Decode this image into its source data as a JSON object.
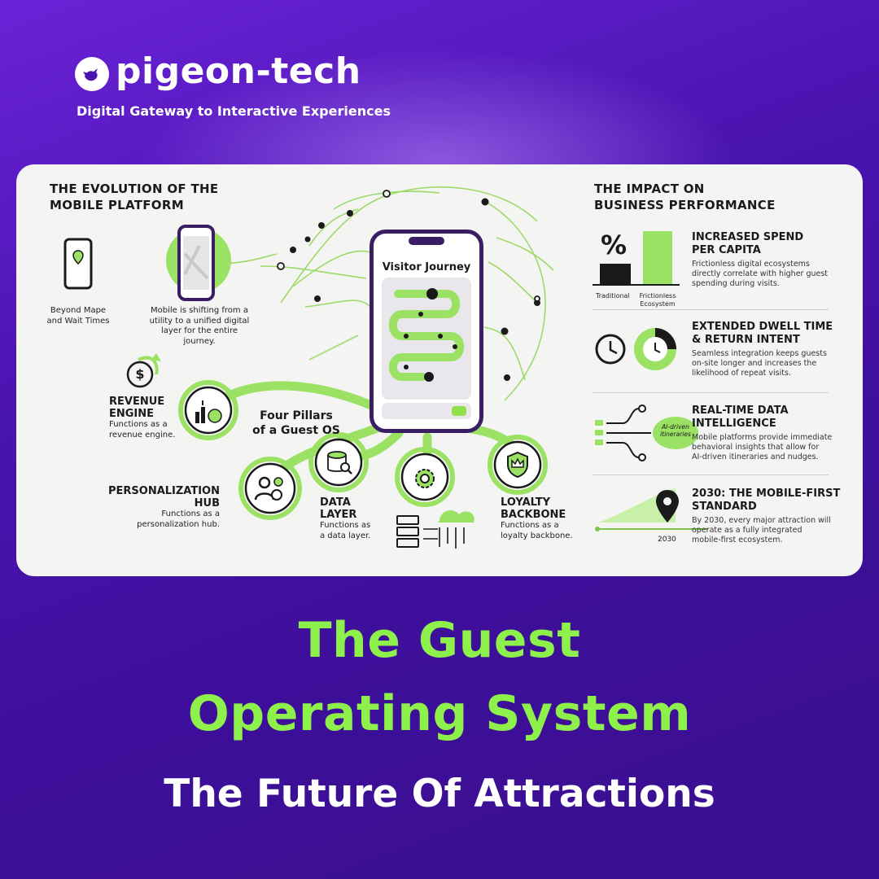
{
  "brand": {
    "name": "pigeon-tech",
    "tagline": "Digital Gateway to Interactive Experiences"
  },
  "colors": {
    "background": "#4a14b0",
    "accent_green": "#8ef04a",
    "card": "#f4f4f2",
    "dark_purple": "#3b1d63"
  },
  "evolution": {
    "heading_line1": "THE EVOLUTION OF THE",
    "heading_line2": "MOBILE PLATFORM",
    "caption_left_line1": "Beyond Mape",
    "caption_left_line2": "and Wait Times",
    "caption_right_line1": "Mobile is shifting from a",
    "caption_right_line2": "utility to a unified digital",
    "caption_right_line3": "layer for the entire journey."
  },
  "phone": {
    "title": "Visitor Journey"
  },
  "pillars": {
    "heading_line1": "Four Pillars",
    "heading_line2": "of a Guest OS",
    "revenue": {
      "title_line1": "REVENUE",
      "title_line2": "ENGINE",
      "desc_line1": "Functions as a",
      "desc_line2": "revenue engine."
    },
    "personalization": {
      "title_line1": "PERSONALIZATION",
      "title_line2": "HUB",
      "desc_line1": "Functions as a",
      "desc_line2": "personalization hub."
    },
    "data": {
      "title_line1": "DATA",
      "title_line2": "LAYER",
      "desc_line1": "Functions as",
      "desc_line2": "a data layer."
    },
    "loyalty": {
      "title_line1": "LOYALTY",
      "title_line2": "BACKBONE",
      "desc_line1": "Functions as a",
      "desc_line2": "loyalty backbone."
    }
  },
  "impact": {
    "heading_line1": "THE IMPACT ON",
    "heading_line2": "BUSINESS PERFORMANCE",
    "percent_symbol": "%",
    "bar_label_traditional": "Traditional",
    "bar_label_frictionless_line1": "Frictionless",
    "bar_label_frictionless_line2": "Ecosystem",
    "bar_values": {
      "traditional": 0.3,
      "frictionless": 1.0
    },
    "items": [
      {
        "title_line1": "INCREASED SPEND",
        "title_line2": "PER CAPITA",
        "desc_line1": "Frictionless digital ecosystems",
        "desc_line2": "directly correlate with higher guest",
        "desc_line3": "spending during visits."
      },
      {
        "title_line1": "EXTENDED DWELL TIME",
        "title_line2": "& RETURN INTENT",
        "desc_line1": "Seamless integration keeps guests",
        "desc_line2": "on-site longer and increases the",
        "desc_line3": "likelihood of repeat visits."
      },
      {
        "title_line1": "REAL-TIME DATA",
        "title_line2": "INTELLIGENCE",
        "desc_line1": "Mobile platforms provide immediate",
        "desc_line2": "behavioral insights that allow for",
        "desc_line3": "AI-driven itineraries and nudges."
      },
      {
        "title_line1": "2030: THE MOBILE-FIRST",
        "title_line2": "STANDARD",
        "desc_line1": "By 2030, every major attraction will",
        "desc_line2": "operate as a fully integrated",
        "desc_line3": "mobile-first ecosystem."
      }
    ],
    "ai_bubble_line1": "AI-driven",
    "ai_bubble_line2": "itineraries",
    "timeline_year": "2030"
  },
  "title": {
    "line1": "The Guest",
    "line2": "Operating System",
    "subtitle": "The Future Of Attractions"
  }
}
